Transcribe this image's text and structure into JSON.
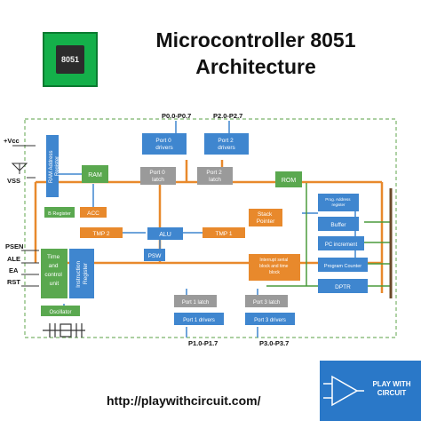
{
  "header": {
    "title_line1": "Microcontroller 8051",
    "title_line2": "Architecture",
    "logo_chip_label": "8051"
  },
  "footer": {
    "url": "http://playwithcircuit.com/",
    "brand_line1": "PLAY WITH",
    "brand_line2": "CIRCUIT"
  },
  "diagram": {
    "pins": {
      "vcc": "+Vcc",
      "vss": "VSS",
      "psen": "PSEN",
      "ale": "ALE",
      "ea": "EA",
      "rst": "RST",
      "p0": "P0.0-P0.7",
      "p2": "P2.0-P2.7",
      "p1": "P1.0-P1.7",
      "p3": "P3.0-P3.7"
    },
    "blocks": {
      "ram_addr_line1": "RAM Address",
      "ram_addr_line2": "Register",
      "ram": "RAM",
      "b_register": "B Register",
      "acc": "ACC",
      "tmp2": "TMP 2",
      "alu": "ALU",
      "tmp1": "TMP 1",
      "psw": "PSW",
      "port0_drivers_line1": "Port 0",
      "port0_drivers_line2": "drivers",
      "port2_drivers_line1": "Port 2",
      "port2_drivers_line2": "drivers",
      "port0_latch_line1": "Port 0",
      "port0_latch_line2": "latch",
      "port2_latch_line1": "Port 2",
      "port2_latch_line2": "latch",
      "rom": "ROM",
      "stack_line1": "Stack",
      "stack_line2": "Pointer",
      "prog_addr_line1": "Prog. Address",
      "prog_addr_line2": "register",
      "buffer": "Buffer",
      "pc_increment": "PC increment",
      "program_counter": "Program Counter",
      "dptr": "DPTR",
      "timing_line1": "Time",
      "timing_line2": "and",
      "timing_line3": "control",
      "timing_line4": "unit",
      "instr_line1": "Instruction",
      "instr_line2": "Register",
      "interrupt_line1": "Interrupt serial",
      "interrupt_line2": "block and time",
      "interrupt_line3": "block",
      "port1_latch": "Port 1 latch",
      "port3_latch": "Port 3 latch",
      "port1_drivers": "Port 1 drivers",
      "port3_drivers": "Port 3 drivers",
      "oscillator": "Oscillator"
    },
    "colors": {
      "blue_block": "#3f86cf",
      "green_block": "#5aa84f",
      "gray_block": "#9a9a9a",
      "orange_block": "#e8892c",
      "bus_orange": "#e8892c",
      "bus_green": "#4a9a3c",
      "dash_border": "#7ab56a"
    }
  }
}
